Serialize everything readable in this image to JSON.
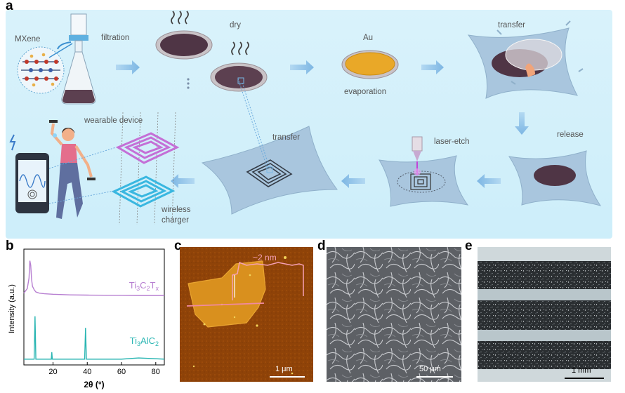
{
  "panel_a": {
    "label": "a",
    "steps": {
      "mxene": "MXene",
      "filtration": "filtration",
      "dry": "dry",
      "au": "Au",
      "evaporation": "evaporation",
      "transfer_top": "transfer",
      "release": "release",
      "laser_etch": "laser-etch",
      "transfer_bottom": "transfer",
      "wearable": "wearable device",
      "wireless": "wireless",
      "charger": "charger"
    }
  },
  "panel_b": {
    "label": "b",
    "ylabel": "Intensity (a.u.)",
    "xlabel": "2θ (°)",
    "series_names": [
      "Ti3C2Tx",
      "Ti3AlC2"
    ]
  },
  "panel_c": {
    "label": "c",
    "height_label": "~2 nm",
    "scale": "1 μm"
  },
  "panel_d": {
    "label": "d",
    "scale": "50 μm"
  },
  "panel_e": {
    "label": "e",
    "scale": "1 mm"
  },
  "chart_data": {
    "type": "line",
    "xlabel": "2θ (°)",
    "ylabel": "Intensity (a.u.)",
    "xlim": [
      3,
      85
    ],
    "xticks": [
      20,
      40,
      60,
      80
    ],
    "series": [
      {
        "name": "Ti3C2Tx",
        "color": "#b77fd1",
        "x": [
          3,
          5,
          6,
          6.5,
          7,
          7.5,
          8,
          9,
          10,
          12,
          15,
          20,
          30,
          40,
          50,
          60,
          70,
          80,
          85
        ],
        "y": [
          0.62,
          0.66,
          0.75,
          0.9,
          0.86,
          0.74,
          0.68,
          0.65,
          0.63,
          0.62,
          0.615,
          0.61,
          0.605,
          0.603,
          0.602,
          0.601,
          0.6,
          0.6,
          0.6
        ]
      },
      {
        "name": "Ti3AlC2",
        "color": "#2bb6b3",
        "x": [
          3,
          9,
          9.5,
          10,
          10.5,
          19,
          19.3,
          19.6,
          20,
          38.5,
          39,
          39.5,
          40,
          60,
          70,
          85
        ],
        "y": [
          0.05,
          0.05,
          0.42,
          0.05,
          0.05,
          0.05,
          0.11,
          0.05,
          0.05,
          0.05,
          0.32,
          0.05,
          0.05,
          0.05,
          0.06,
          0.05
        ]
      }
    ]
  }
}
